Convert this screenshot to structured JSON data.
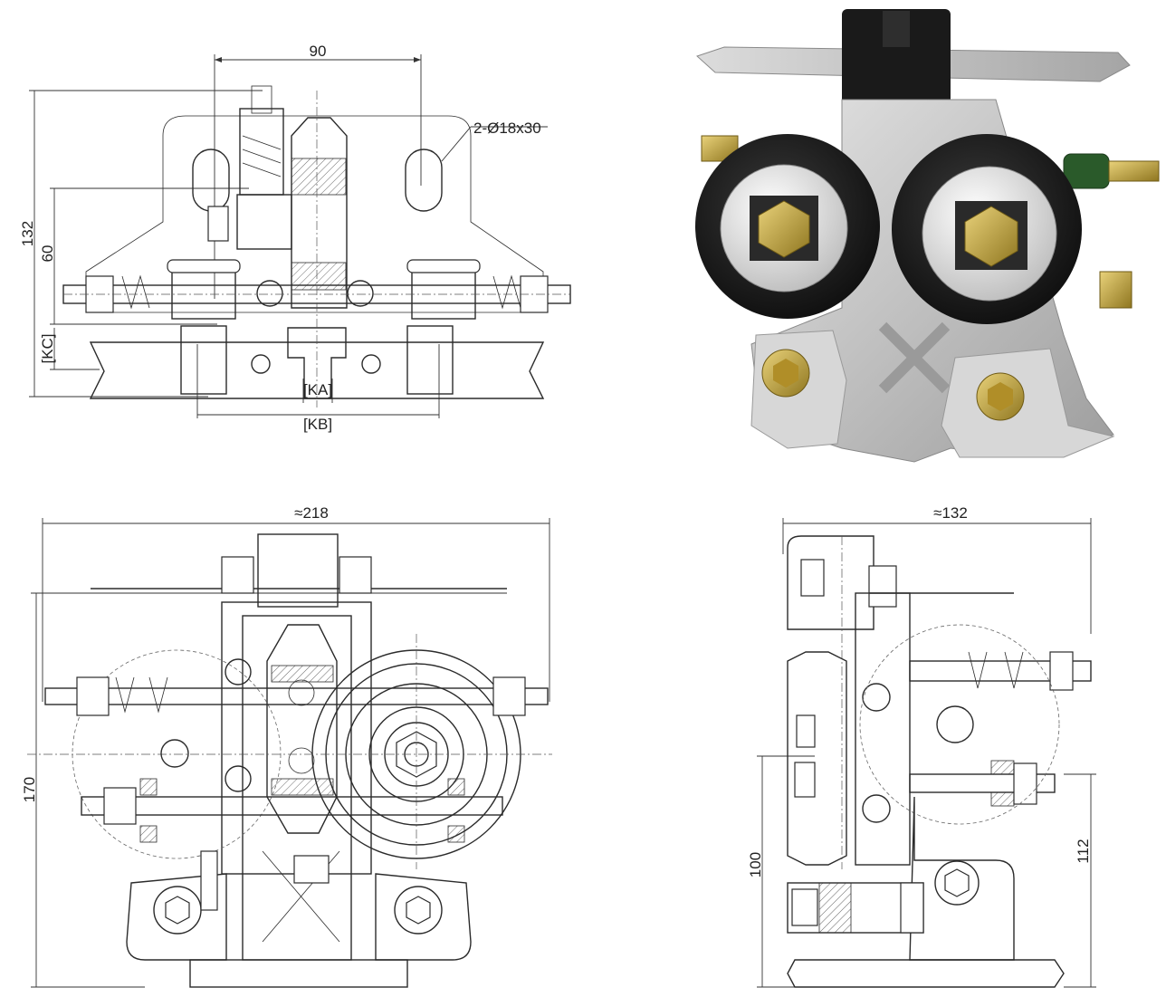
{
  "top_view": {
    "dim_width": "90",
    "dim_hole": "2-Ø18x30",
    "dim_height_total": "132",
    "dim_height_mid": "60",
    "dim_kc": "[KC]",
    "dim_ka": "[KA]",
    "dim_kb": "[KB]"
  },
  "front_view": {
    "dim_width": "≈218",
    "dim_height": "170"
  },
  "side_view": {
    "dim_width": "≈132",
    "dim_left_height": "100",
    "dim_right_height": "112"
  },
  "photo": {
    "label_left_wheel": "",
    "label_right_wheel": ""
  },
  "colors": {
    "line": "#2b2b2b",
    "wheel_rubber": "#1d1d1d",
    "metal": "#c8c8c8",
    "brass": "#c9a33a"
  }
}
